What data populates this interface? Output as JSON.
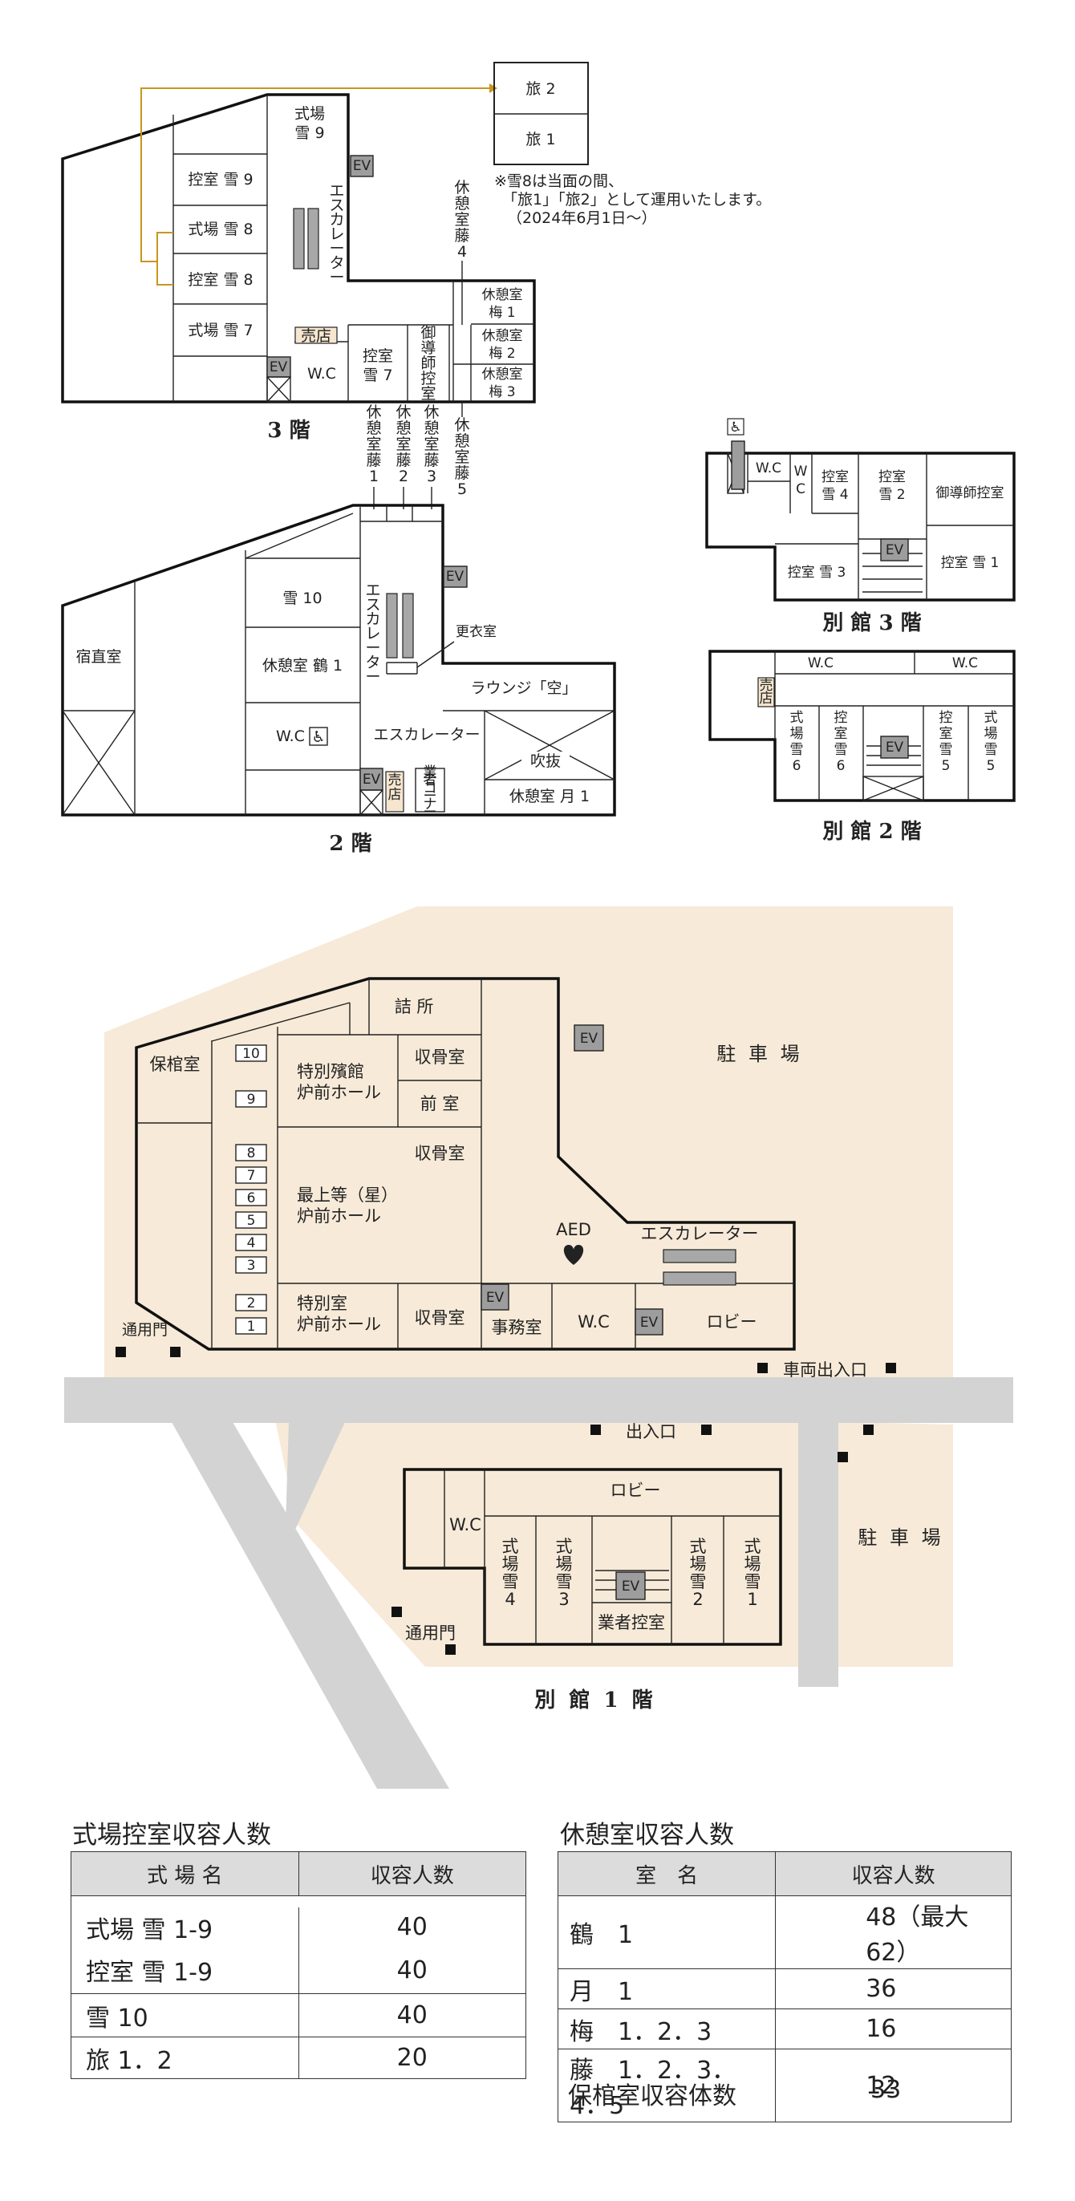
{
  "floor3": {
    "caption": "3 階",
    "rooms": {
      "shikijo9": "式場\n雪 9",
      "hikae9": "控室 雪 9",
      "shikijo8": "式場 雪 8",
      "hikae8": "控室 雪 8",
      "shikijo7": "式場 雪 7",
      "escalator": "エスカレーター",
      "shop": "売店",
      "wc": "W.C",
      "hikae7": "控室\n雪 7",
      "doshi": "御導師控室",
      "kyu_fuji4": "休憩室藤4",
      "ume1": "休憩室\n梅 1",
      "ume2": "休憩室\n梅 2",
      "ume3": "休憩室\n梅 3",
      "fuji1": "休憩室藤1",
      "fuji2": "休憩室藤2",
      "fuji3": "休憩室藤3",
      "fuji5": "休憩室藤5",
      "tabi2": "旅 2",
      "tabi1": "旅 1"
    },
    "note": [
      "※雪8は当面の間、",
      "「旅1」「旅2」として運用いたします。",
      "（2024年6月1日〜）"
    ],
    "ev": "EV"
  },
  "floor2": {
    "caption": "2 階",
    "rooms": {
      "shukuchoku": "宿直室",
      "yuki10": "雪 10",
      "tsuru1": "休憩室 鶴 1",
      "wc": "W.C",
      "escalator_v": "エスカレーター",
      "escalator_h": "エスカレーター",
      "koui": "更衣室",
      "lounge": "ラウンジ「空」",
      "fukinuke": "吹抜",
      "tsuki1": "休憩室 月 1",
      "shop": "売店",
      "gyosha": "業者コーナー"
    },
    "ev": "EV"
  },
  "annex3": {
    "caption": "別 館 3 階",
    "rooms": {
      "wc": "W.C",
      "wc2": "W\nC",
      "hikae4": "控室\n雪 4",
      "hikae2": "控室\n雪 2",
      "doshi": "御導師控室",
      "hikae3": "控室 雪 3",
      "hikae1": "控室 雪 1"
    },
    "ev": "EV"
  },
  "annex2": {
    "caption": "別 館 2 階",
    "rooms": {
      "wc_l": "W.C",
      "wc_r": "W.C",
      "shop": "売店",
      "shiki6": "式場雪6",
      "hikae6": "控室雪6",
      "hikae5": "控室雪5",
      "shiki5": "式場雪5"
    },
    "ev": "EV"
  },
  "floor1": {
    "rooms": {
      "tsumesho": "詰 所",
      "hokanshitsu": "保棺室",
      "tokubetsu_hinkan": "特別殯館\n炉前ホール",
      "shukotsu_a": "収骨室",
      "zenshitsu": "前 室",
      "shukotsu_b": "収骨室",
      "saijoto": "最上等（星）\n炉前ホール",
      "tokubetsu": "特別室\n炉前ホール",
      "shukotsu_c": "収骨室",
      "jimusho": "事務室",
      "wc": "W.C",
      "escalator": "エスカレーター",
      "lobby": "ロビー"
    },
    "furnaces": [
      "10",
      "9",
      "8",
      "7",
      "6",
      "5",
      "4",
      "3",
      "2",
      "1"
    ],
    "parking_top": "駐 車 場",
    "parking_right": "駐 車 場",
    "aed": "AED",
    "tsuyomon_left": "通用門",
    "sharyo": "車両出入口",
    "deiriguchi": "出入口",
    "ev": "EV"
  },
  "annex1": {
    "caption": "別 館 1 階",
    "rooms": {
      "wc": "W.C",
      "lobby": "ロビー",
      "shiki4": "式場雪4",
      "shiki3": "式場雪3",
      "gyosha": "業者控室",
      "shiki2": "式場雪2",
      "shiki1": "式場雪1"
    },
    "tsuyomon": "通用門",
    "ev": "EV"
  },
  "table_shikijo": {
    "title": "式場控室収容人数",
    "headers": [
      "式 場 名",
      "収容人数"
    ],
    "rows": [
      [
        "式場 雪 1-9",
        "40"
      ],
      [
        "控室 雪 1-9",
        "40"
      ],
      [
        "雪 10",
        "40"
      ],
      [
        "旅 1．2",
        "20"
      ]
    ]
  },
  "table_kyukei": {
    "title": "休憩室収容人数",
    "headers": [
      "室　名",
      "収容人数"
    ],
    "rows": [
      [
        "鶴　1",
        "48（最大62）"
      ],
      [
        "月　1",
        "36"
      ],
      [
        "梅　1．2．3",
        "16"
      ],
      [
        "藤　1．2．3．4．5",
        "12"
      ]
    ],
    "footer_label": "保棺室収容体数",
    "footer_value": "33"
  },
  "colors": {
    "parking": "#f7ead8",
    "road": "#d3d3d3",
    "ev": "#9d9d9d",
    "accent_line": "#c8961e"
  }
}
